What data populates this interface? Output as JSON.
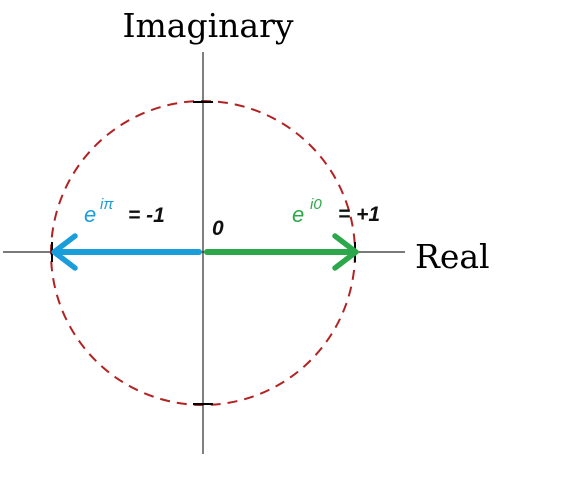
{
  "axes": {
    "vertical_label": "Imaginary",
    "horizontal_label": "Real",
    "origin_label": "0"
  },
  "left_arrow": {
    "base": "e",
    "exponent": "iπ",
    "equals": "= -1",
    "color": "#1a9ddb"
  },
  "right_arrow": {
    "base": "e",
    "exponent": "i0",
    "equals": "= +1",
    "color": "#2ca84a"
  },
  "unit_circle": {
    "color": "#b22222",
    "style": "dashed"
  }
}
